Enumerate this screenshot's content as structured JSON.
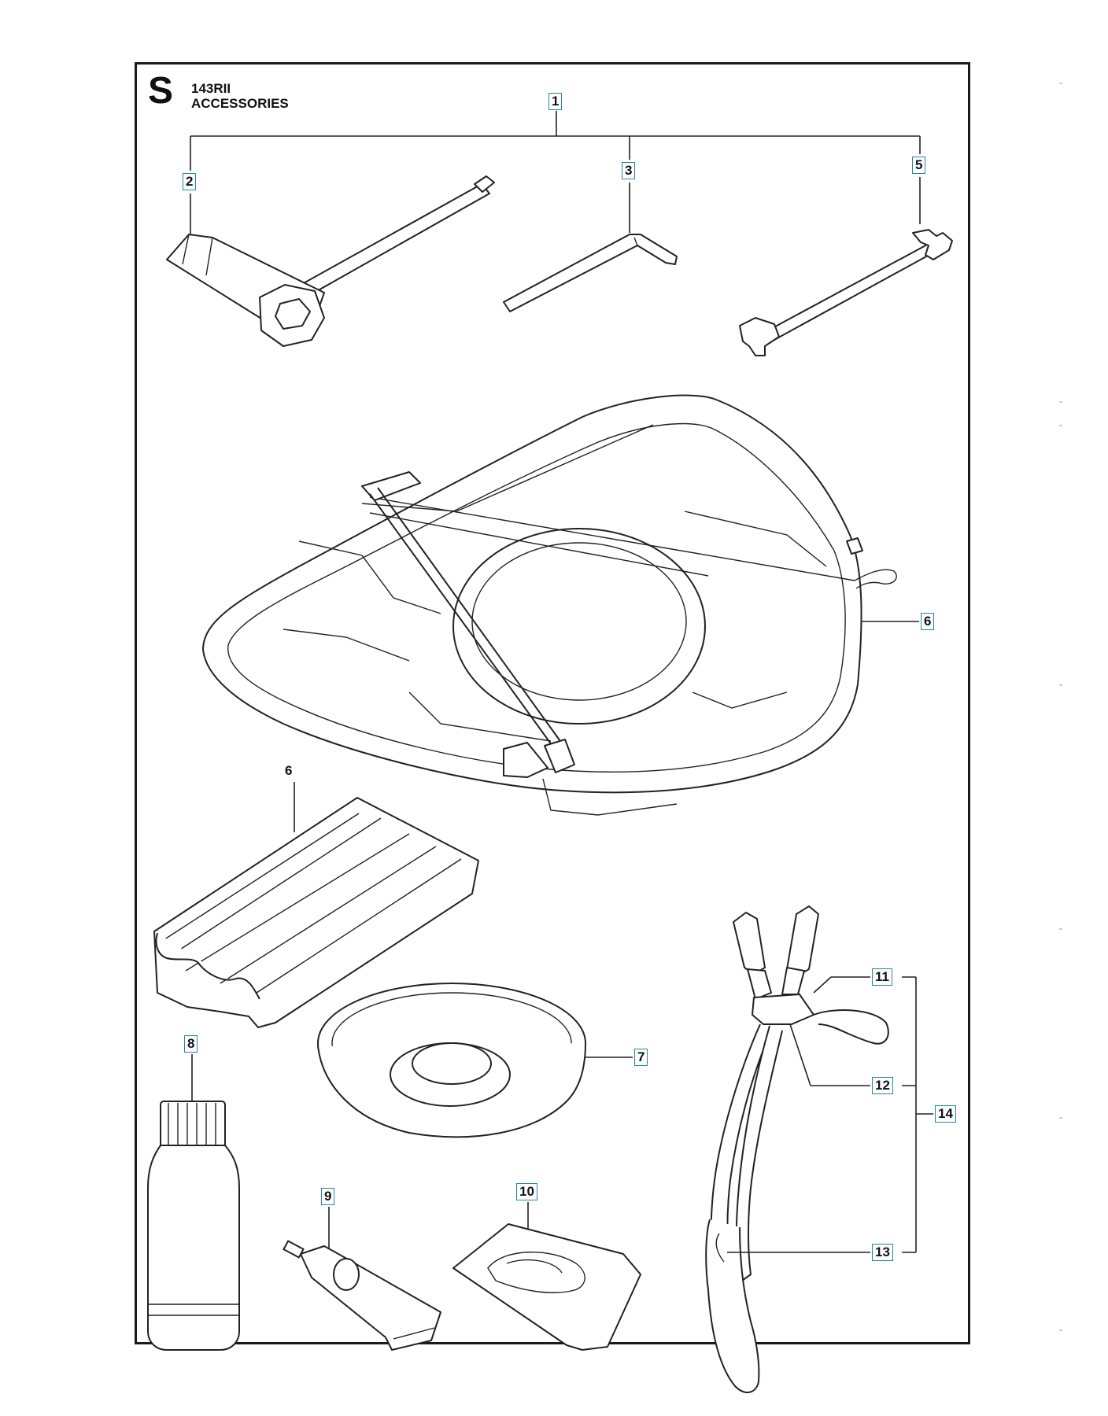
{
  "header": {
    "section_letter": "S",
    "model": "143RII",
    "title": "ACCESSORIES"
  },
  "callouts": {
    "kit": "1",
    "plug_wrench": "2",
    "hex_key": "3",
    "open_wrench": "5",
    "guard": "6",
    "guard_sleeve": "6",
    "support_cup": "7",
    "bottle": "8",
    "grease_tube": "9",
    "bag": "10",
    "harness_11": "11",
    "harness_12": "12",
    "harness_13": "13",
    "harness_kit": "14"
  }
}
